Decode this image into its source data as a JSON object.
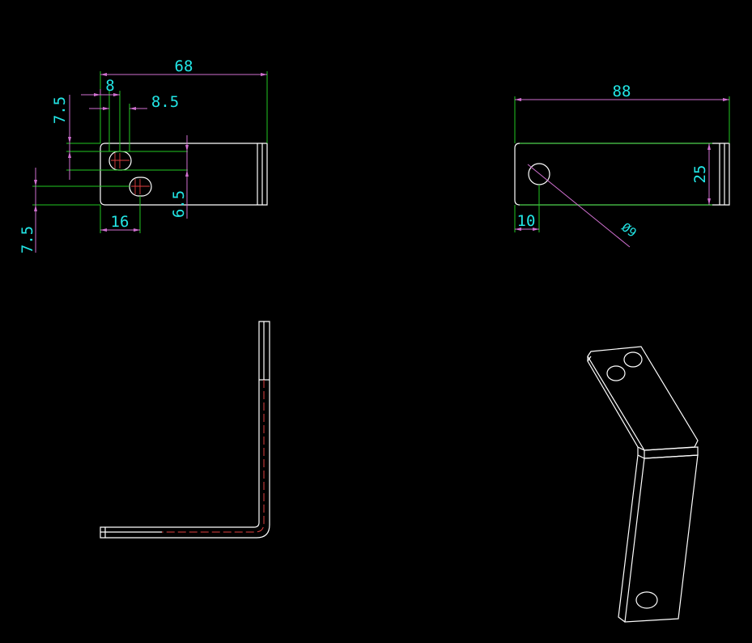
{
  "drawing": {
    "background": "#000000",
    "colors": {
      "outline": "#ffffff",
      "dimension": "#d070d0",
      "extension": "#22c822",
      "text": "#22e6e6",
      "hidden": "#e04040"
    },
    "front_view": {
      "dims": {
        "overall": "68",
        "hole_spacing": "8",
        "hole_offset": "8.5",
        "top_offset": "7.5",
        "bottom_offset": "7.5",
        "hole_edge": "16",
        "hole_height": "6.5"
      }
    },
    "right_view": {
      "dims": {
        "overall": "88",
        "height": "25",
        "hole_edge": "10",
        "hole_dia": "Ø9"
      }
    }
  }
}
